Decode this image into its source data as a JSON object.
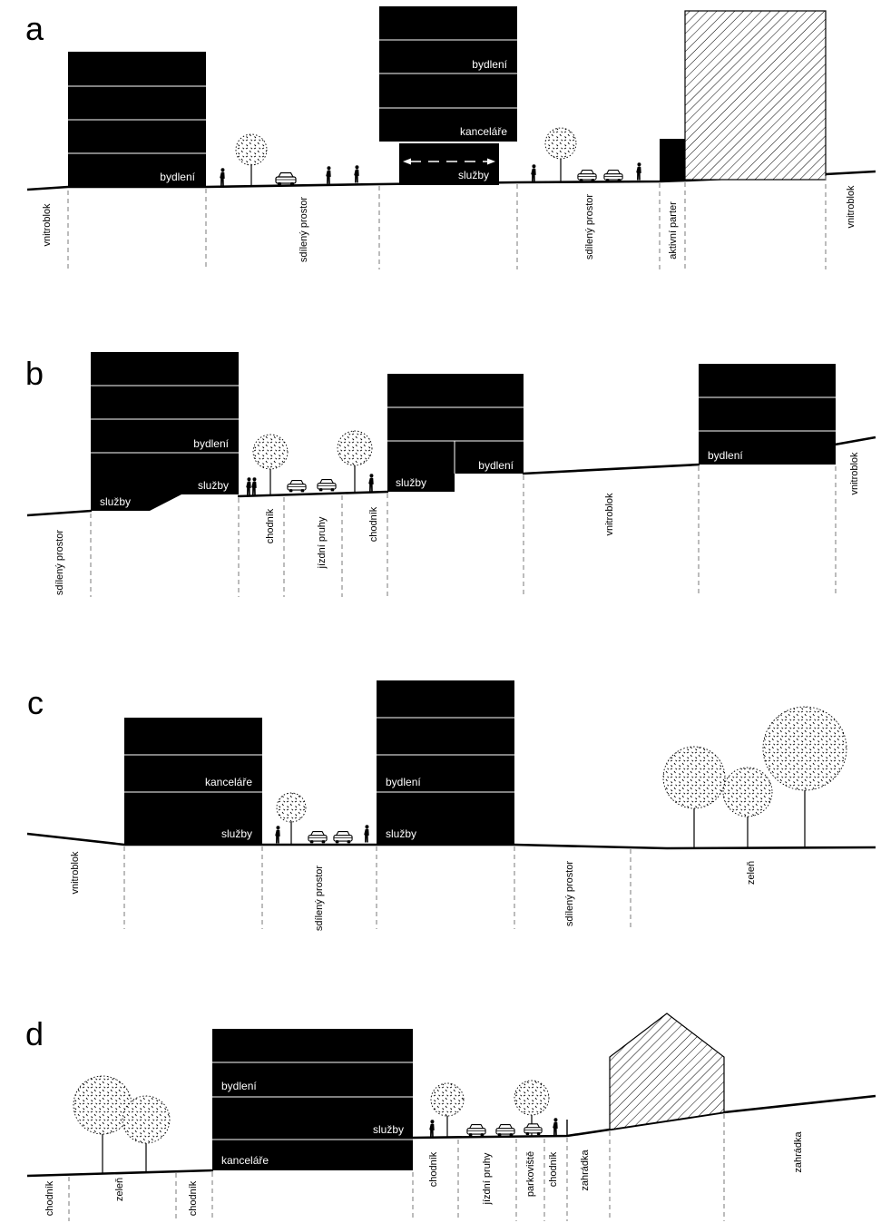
{
  "figure": {
    "panels": [
      {
        "letter": "a",
        "building_labels": [
          "bydlení",
          "bydlení",
          "kanceláře",
          "služby"
        ],
        "zone_labels": [
          "vnitroblok",
          "sdílený prostor",
          "sdílený prostor",
          "aktivní parter",
          "vnitroblok"
        ]
      },
      {
        "letter": "b",
        "building_labels": [
          "bydlení",
          "služby",
          "služby",
          "služby",
          "bydlení",
          "bydlení"
        ],
        "zone_labels": [
          "sdílený prostor",
          "chodník",
          "jízdní pruhy",
          "chodník",
          "vnitroblok",
          "vnitroblok"
        ]
      },
      {
        "letter": "c",
        "building_labels": [
          "kanceláře",
          "služby",
          "bydlení",
          "služby"
        ],
        "zone_labels": [
          "vnitroblok",
          "sdílený prostor",
          "sdílený prostor",
          "zeleň"
        ]
      },
      {
        "letter": "d",
        "building_labels": [
          "bydlení",
          "služby",
          "kanceláře"
        ],
        "zone_labels": [
          "chodník",
          "zeleň",
          "chodník",
          "chodník",
          "jízdní pruhy",
          "parkoviště",
          "chodník",
          "zahrádka",
          "zahrádka"
        ]
      }
    ]
  },
  "icons": {
    "tree": "tree-icon",
    "car": "car-icon",
    "pedestrian": "pedestrian-icon",
    "arrow": "double-arrow-icon"
  },
  "colors": {
    "building": "#000000",
    "building_label": "#ffffff",
    "ground": "#000000",
    "zone_divider": "#7a7a7a",
    "background": "#ffffff"
  }
}
